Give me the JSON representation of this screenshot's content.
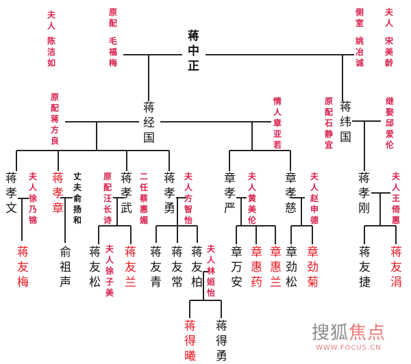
{
  "gen1": {
    "root": "蒋中正",
    "wife1_label": "夫人",
    "wife1_name": "陈洁如",
    "wife2_label": "原配",
    "wife2_name": "毛福梅",
    "wife3_label": "侧室",
    "wife3_name": "姚冶诚",
    "wife4_label": "夫人",
    "wife4_name": "宋美龄"
  },
  "gen2": {
    "son1": "蒋经国",
    "son1_wife": "原配蒋方良",
    "son1_lover": "情人章亚若",
    "son2": "蒋纬国",
    "son2_wife1": "原配石静宜",
    "son2_wife2": "继娶邱爱伦"
  },
  "gen3": {
    "xiaowen": "蒋孝文",
    "xiaowen_wife": "夫人徐乃锦",
    "xiaozhang": "蒋孝章",
    "xiaozhang_husband": "丈夫俞扬和",
    "xiaowu": "蒋孝武",
    "xiaowu_wife1": "原配汪长诗",
    "xiaowu_wife2": "二任蔡惠媚",
    "xiaoyong": "蒋孝勇",
    "xiaoyong_wife": "夫人方智怡",
    "xiaoyan": "章孝严",
    "xiaoyan_wife": "夫人黄美伦",
    "xiaoci": "章孝慈",
    "xiaoci_wife": "夫人赵申德",
    "xiaogang": "蒋孝刚",
    "xiaogang_wife": "夫人王倚惠"
  },
  "gen4": {
    "youmei": "蒋友梅",
    "yuzusheng": "俞祖声",
    "yousong": "蒋友松",
    "yousong_wife": "夫人徐子美",
    "youlan": "蒋友兰",
    "youqing": "蒋友青",
    "youchang": "蒋友常",
    "youbai": "蒋友柏",
    "youbai_wife": "夫人林姮怡",
    "wanan": "章万安",
    "huiyao": "章惠药",
    "huilan": "章惠兰",
    "jinsong": "章劲松",
    "jinju": "章劲菊",
    "youjie": "蒋友捷",
    "youjuan": "蒋友涓"
  },
  "gen5": {
    "dexi": "蒋得曦",
    "deyong": "蒋得勇"
  },
  "watermark": {
    "brand_gray": "搜狐",
    "brand_red": "焦点",
    "url": "WWW.FOCUS.CN"
  },
  "colors": {
    "female": "#e8141e",
    "spouse": "#d81e4a",
    "male": "#111111"
  }
}
